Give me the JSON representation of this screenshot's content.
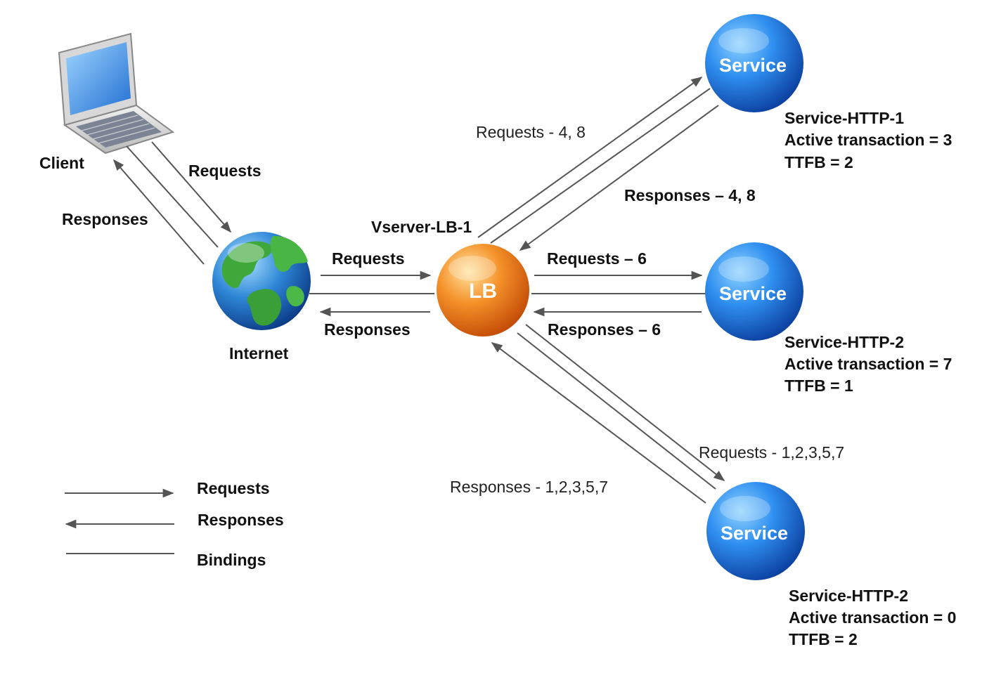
{
  "nodes": {
    "client": {
      "label": "Client"
    },
    "internet": {
      "label": "Internet"
    },
    "lb": {
      "label": "LB",
      "vserver": "Vserver-LB-1"
    },
    "service1": {
      "label": "Service",
      "name": "Service-HTTP-1",
      "active": "Active transaction = 3",
      "ttfb": "TTFB = 2"
    },
    "service2": {
      "label": "Service",
      "name": "Service-HTTP-2",
      "active": "Active transaction = 7",
      "ttfb": "TTFB = 1"
    },
    "service3": {
      "label": "Service",
      "name": "Service-HTTP-2",
      "active": "Active transaction = 0",
      "ttfb": "TTFB = 2"
    }
  },
  "edges": {
    "client_requests": "Requests",
    "client_responses": "Responses",
    "internet_requests": "Requests",
    "internet_responses": "Responses",
    "s1_requests": "Requests - 4, 8",
    "s1_responses": "Responses – 4, 8",
    "s2_requests": "Requests – 6",
    "s2_responses": "Responses – 6",
    "s3_requests": "Requests - 1,2,3,5,7",
    "s3_responses": "Responses - 1,2,3,5,7"
  },
  "legend": {
    "requests": "Requests",
    "responses": "Responses",
    "bindings": "Bindings"
  },
  "colors": {
    "service_ball": "#1f6fd6",
    "lb_ball": "#f08a1c",
    "line": "#555555"
  }
}
